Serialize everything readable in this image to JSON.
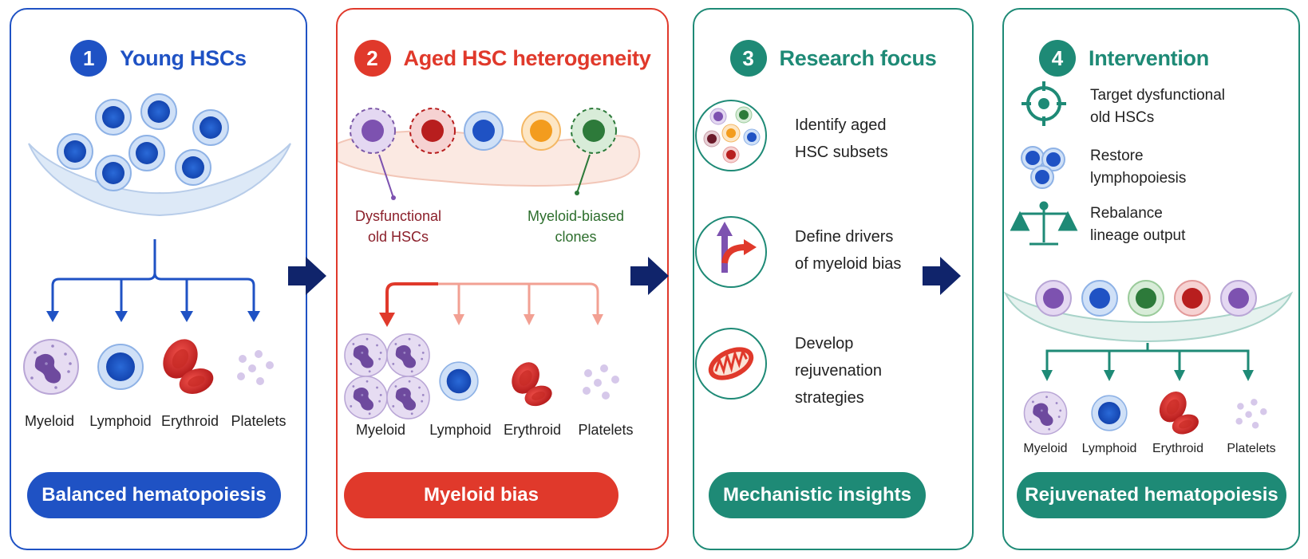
{
  "colors": {
    "blue": "#1f52c4",
    "red": "#e0392b",
    "teal": "#1e8a76",
    "navy": "#10246b"
  },
  "panels": [
    {
      "number": "1",
      "title": "Young HSCs",
      "lineages": [
        "Myeloid",
        "Lymphoid",
        "Erythroid",
        "Platelets"
      ],
      "footer": "Balanced hematopoiesis"
    },
    {
      "number": "2",
      "title": "Aged HSC heterogeneity",
      "callouts": {
        "dysfunctional": "Dysfunctional\nold HSCs",
        "myeloid_biased": "Myeloid-biased\nclones"
      },
      "lineages": [
        "Myeloid",
        "Lymphoid",
        "Erythroid",
        "Platelets"
      ],
      "footer": "Myeloid bias"
    },
    {
      "number": "3",
      "title": "Research focus",
      "items": [
        {
          "icon": "cell-subsets-icon",
          "text": "Identify aged\nHSC subsets"
        },
        {
          "icon": "bifurcating-arrow-icon",
          "text": "Define drivers\nof myeloid bias"
        },
        {
          "icon": "mitochondrion-icon",
          "text": "Develop\nrejuvenation\nstrategies"
        }
      ],
      "footer": "Mechanistic insights"
    },
    {
      "number": "4",
      "title": "Intervention",
      "items": [
        {
          "icon": "target-icon",
          "text": "Target dysfunctional\nold HSCs"
        },
        {
          "icon": "lymphoid-cells-icon",
          "text": "Restore\nlymphopoiesis"
        },
        {
          "icon": "balance-scale-icon",
          "text": "Rebalance\nlineage output"
        }
      ],
      "lineages": [
        "Myeloid",
        "Lymphoid",
        "Erythroid",
        "Platelets"
      ],
      "footer": "Rejuvenated hematopoiesis"
    }
  ]
}
